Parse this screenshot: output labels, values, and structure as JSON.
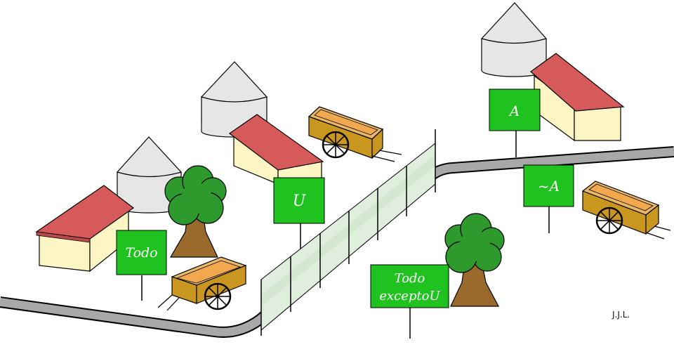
{
  "signs": {
    "todo": "Todo",
    "u": "U",
    "todo_excepto_line1": "Todo",
    "todo_excepto_line2": "exceptoU",
    "a": "A",
    "not_a": "~A"
  },
  "signature": "J.J.L.",
  "colors": {
    "sign_green": "#1fc21f",
    "roof_red": "#d65a5a",
    "wall_cream": "#fdf6c4",
    "silo_gray": "#e6e6e6",
    "tree_green": "#2e9a2e",
    "trunk_brown": "#9a6a2c",
    "cart_gold": "#c9961f",
    "road_gray": "#a8a8a8",
    "fence_green": "#dfeedd"
  },
  "icons": [
    "house-icon",
    "silo-icon",
    "tree-icon",
    "cart-icon",
    "sign-icon",
    "fence-icon",
    "road-icon"
  ]
}
